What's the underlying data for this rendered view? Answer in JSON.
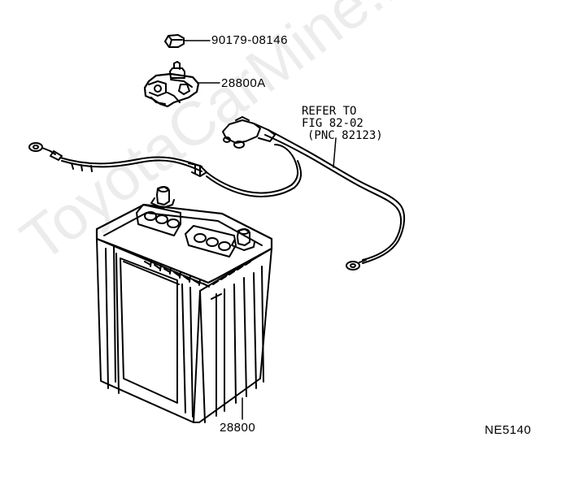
{
  "diagram": {
    "watermark": "ToyotaCarMine.ru",
    "figure_code": "NE5140",
    "parts": [
      {
        "part_number": "90179-08146",
        "name": "nut"
      },
      {
        "part_number": "28800A",
        "name": "terminal clamp"
      },
      {
        "part_number": "28800",
        "name": "battery"
      }
    ],
    "reference_note": {
      "line1": "REFER TO",
      "line2": "FIG 82-02",
      "line3": "(PNC 82123)"
    }
  }
}
